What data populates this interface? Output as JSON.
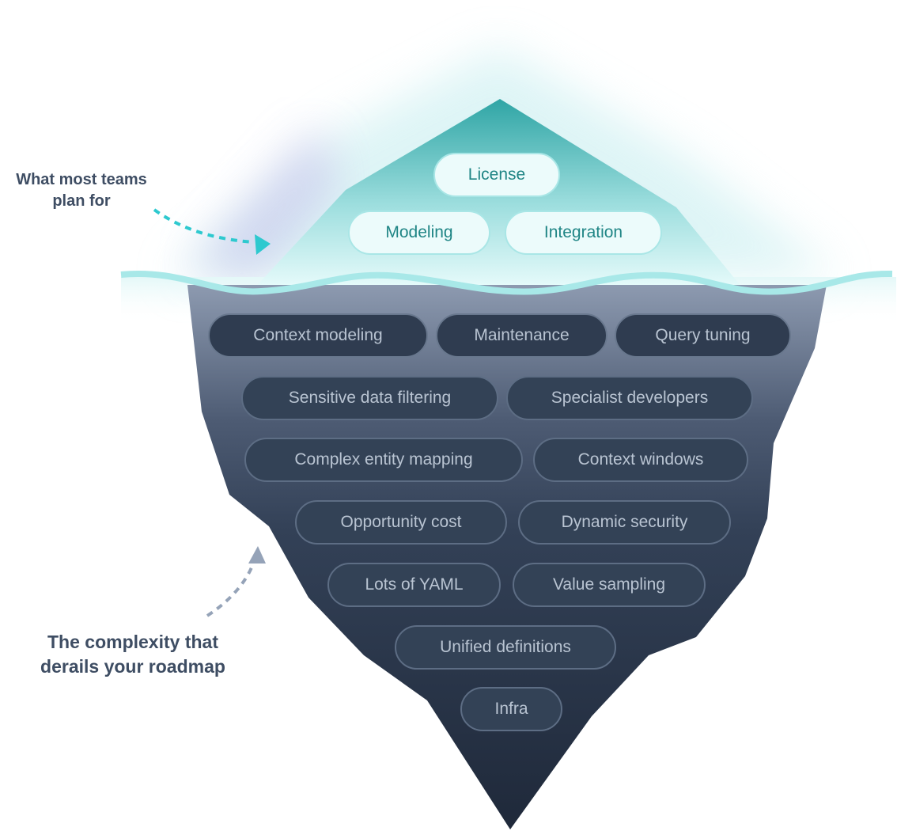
{
  "colors": {
    "surface_pill_text": "#1f8585",
    "surface_pill_bg": "#ecfbfb",
    "deep_pill_bg": "#334256",
    "deep_pill_text": "#b9c4d2",
    "water": "#a8e8e8",
    "ice_top": "#34a9a9",
    "iceberg_deep": "#1f2a3c",
    "annotation_text": "#3e4d63",
    "arrow_top": "#2ec9cf",
    "arrow_bottom": "#95a3b8"
  },
  "annotations": {
    "top": [
      "What most teams",
      "plan for"
    ],
    "bottom": [
      "The complexity that",
      "derails your roadmap"
    ]
  },
  "surface": [
    "License",
    "Modeling",
    "Integration"
  ],
  "underwater": [
    "Context modeling",
    "Maintenance",
    "Query tuning",
    "Sensitive data filtering",
    "Specialist developers",
    "Complex entity mapping",
    "Context windows",
    "Opportunity cost",
    "Dynamic security",
    "Lots of YAML",
    "Value sampling",
    "Unified definitions",
    "Infra"
  ]
}
